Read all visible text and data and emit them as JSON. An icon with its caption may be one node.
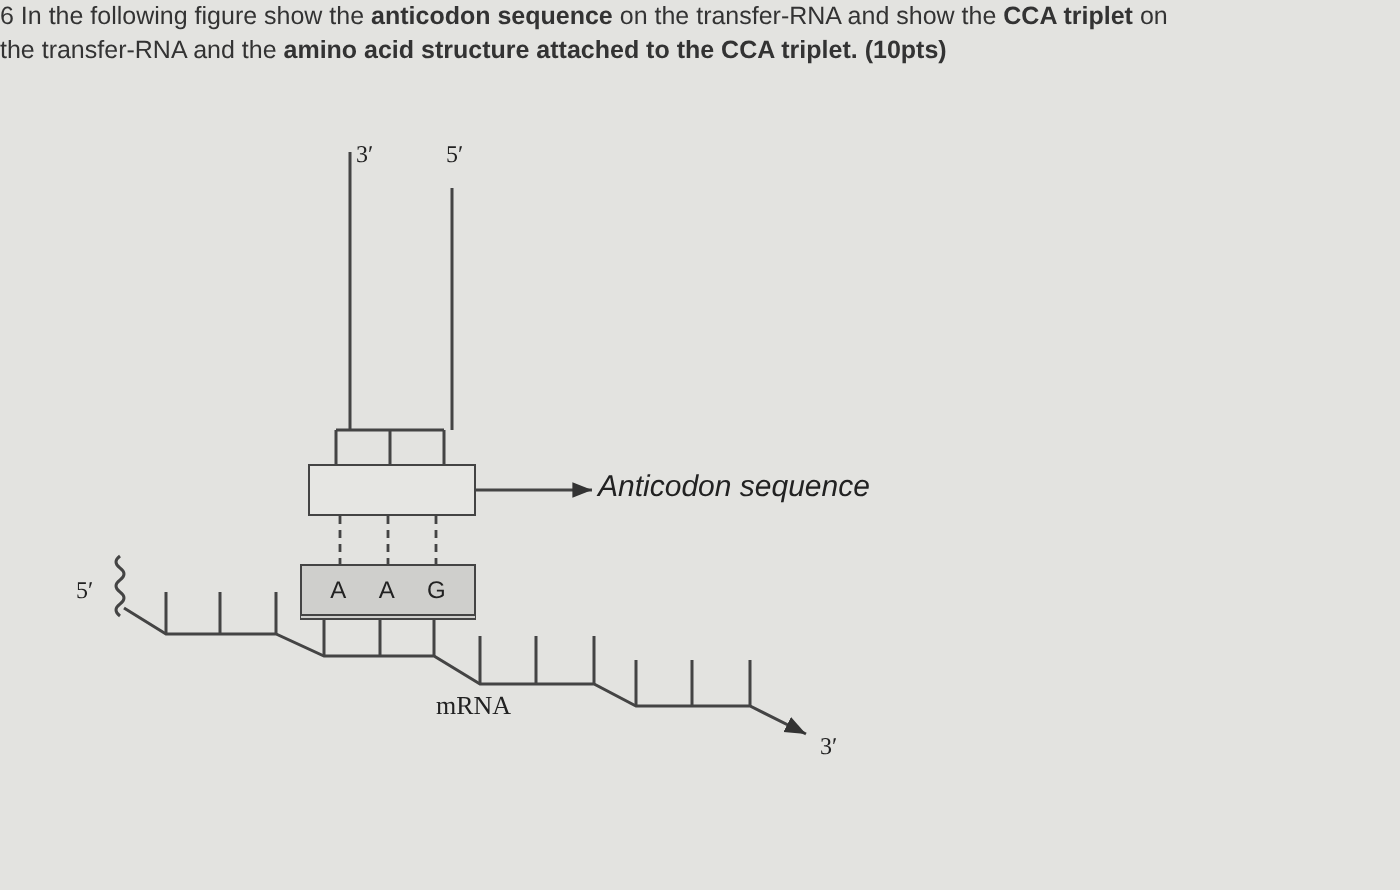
{
  "diagram": {
    "title": "6 In the following figure show the **anticodon sequence** on the transfer-RNA and show the **CCA triplet** on the transfer-RNA and the **amino acid structure attached to the CCA triplet.** **(10pts)**",
    "nodes": [
      {
        "text": [],
        "shape": "box"
      },
      {
        "text": [
          "Anticodon sequence"
        ]
      },
      {
        "text": [
          "A",
          "A",
          "G"
        ]
      }
    ],
    "edges": [
      {
        "from": 0,
        "to": 1,
        "arrow": "to"
      },
      {
        "from": 0,
        "to": 2,
        "arrow": "none",
        "style": "dashed"
      },
      {
        "from": 0,
        "to": 2,
        "arrow": "none",
        "style": "dashed"
      },
      {
        "from": 0,
        "to": 2,
        "arrow": "none",
        "style": "dashed"
      }
    ],
    "labels": [
      "3′",
      "5′",
      "5′",
      "mRNA",
      "3′"
    ]
  }
}
